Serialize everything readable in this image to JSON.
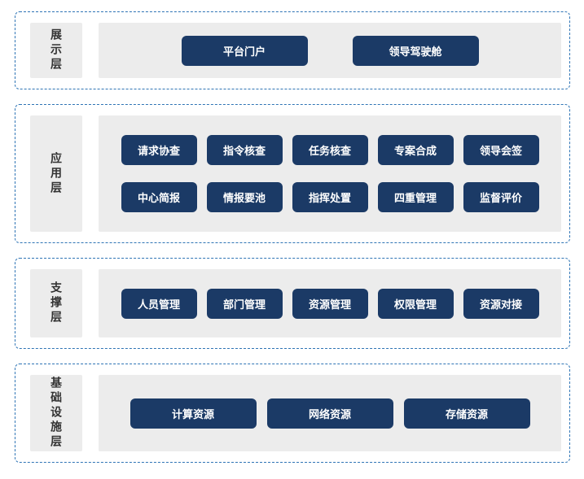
{
  "colors": {
    "accent": "#1b3a66",
    "dashed_border": "#2e74b5",
    "panel_gray": "#ececec",
    "button_text": "#ffffff",
    "label_text": "#333333"
  },
  "layers": [
    {
      "title": "展示层",
      "rows": [
        [
          "平台门户",
          "领导驾驶舱"
        ]
      ]
    },
    {
      "title": "应用层",
      "rows": [
        [
          "请求协查",
          "指令核查",
          "任务核查",
          "专案合成",
          "领导会签"
        ],
        [
          "中心简报",
          "情报要池",
          "指挥处置",
          "四重管理",
          "监督评价"
        ]
      ]
    },
    {
      "title": "支撑层",
      "rows": [
        [
          "人员管理",
          "部门管理",
          "资源管理",
          "权限管理",
          "资源对接"
        ]
      ]
    },
    {
      "title": "基础设施层",
      "rows": [
        [
          "计算资源",
          "网络资源",
          "存储资源"
        ]
      ]
    }
  ]
}
